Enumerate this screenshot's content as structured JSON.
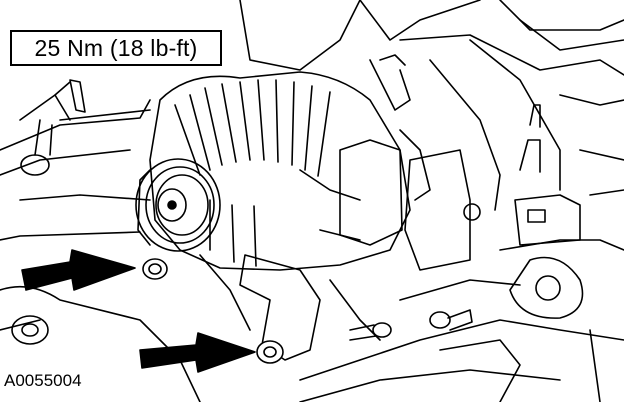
{
  "figure": {
    "torque_spec": "25 Nm (18 lb-ft)",
    "figure_id": "A0055004"
  },
  "callouts": [
    {
      "name": "upper-bolt-arrow",
      "target": "upper mounting bolt"
    },
    {
      "name": "lower-bolt-arrow",
      "target": "lower mounting bolt"
    }
  ],
  "colors": {
    "ink": "#000000",
    "paper": "#ffffff"
  }
}
